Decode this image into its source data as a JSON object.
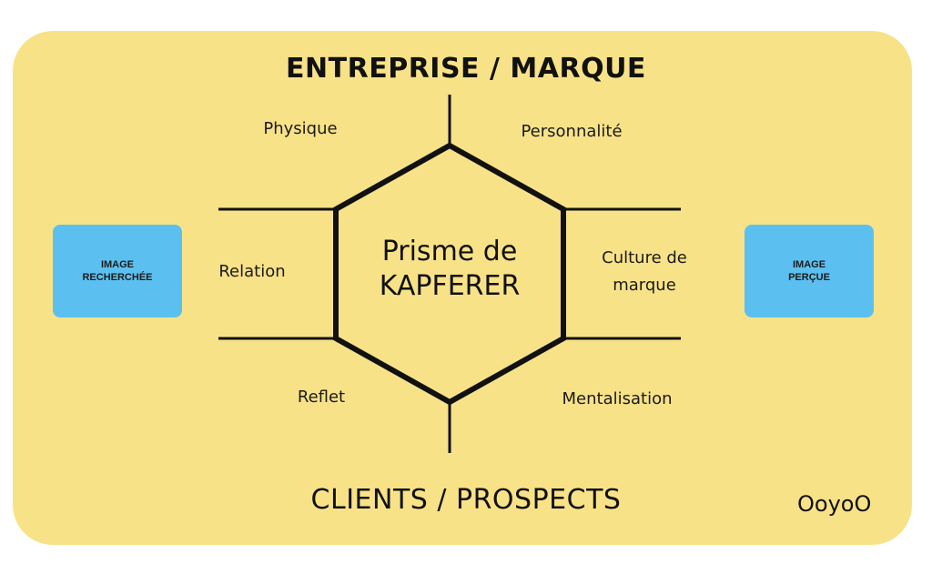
{
  "top_heading": "ENTREPRISE / MARQUE",
  "bottom_heading": "CLIENTS / PROSPECTS",
  "center_title": "Prisme de\nKAPFERER",
  "facets": {
    "physique": "Physique",
    "personnalite": "Personnalité",
    "relation": "Relation",
    "culture": "Culture de\nmarque",
    "reflet": "Reflet",
    "mentalisation": "Mentalisation"
  },
  "side_boxes": {
    "left": "IMAGE\nRECHERCHÉE",
    "right": "IMAGE\nPERÇUE"
  },
  "logo": "OoyoO",
  "colors": {
    "background": "#f8e288",
    "box": "#5bc0f0",
    "line": "#111111"
  }
}
